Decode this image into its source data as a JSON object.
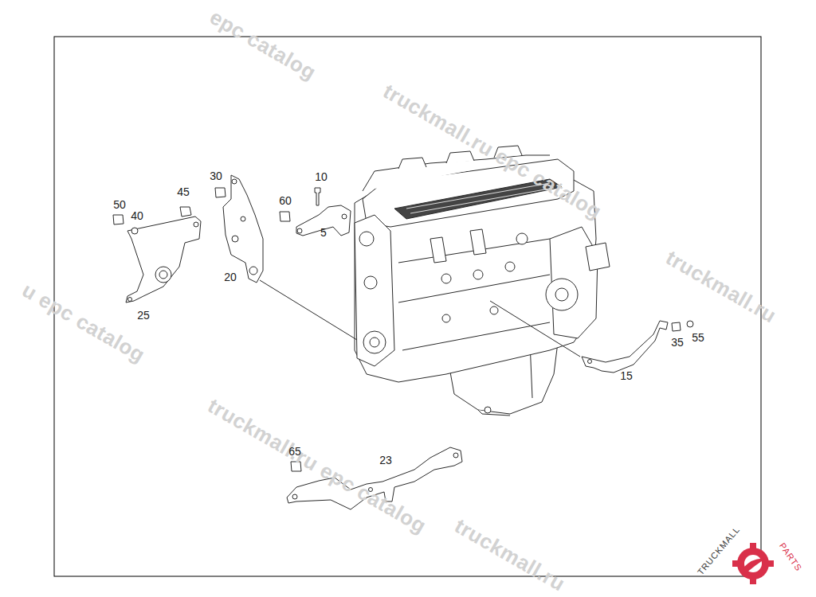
{
  "diagram": {
    "labels": [
      "epc catalog",
      "truckmall.ru epc catalog",
      "truckmall.ru",
      "u epc catalog",
      "truckmall.ru epc catalog",
      "truckmall.ru",
      "10",
      "30",
      "45",
      "50",
      "40",
      "60",
      "5",
      "20",
      "25",
      "35",
      "55",
      "15",
      "65",
      "23",
      "TRUCKMALL",
      "PARTS"
    ]
  }
}
